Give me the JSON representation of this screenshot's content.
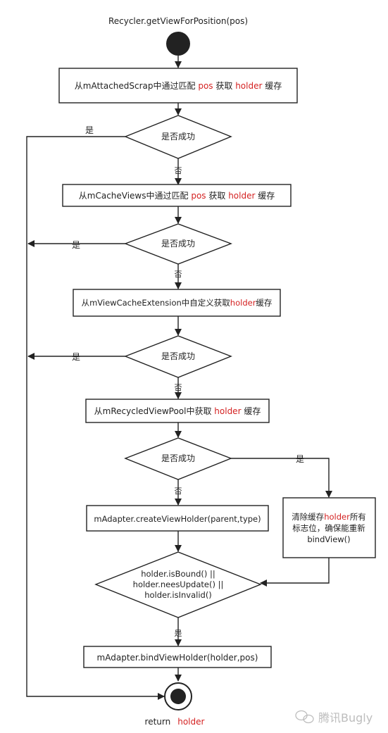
{
  "start_label": "Recycler.getViewForPosition(pos)",
  "steps": {
    "attached_scrap": [
      "从mAttachedScrap中通过匹配 ",
      "pos",
      " 获取 ",
      "holder",
      " 缓存"
    ],
    "cache_views": [
      "从mCacheViews中通过匹配 ",
      "pos",
      " 获取 ",
      "holder",
      " 缓存"
    ],
    "view_cache_extension": [
      "从mViewCacheExtension中自定义获取",
      "holder",
      "缓存"
    ],
    "recycled_view_pool": [
      "从mRecycledViewPool中获取 ",
      "holder",
      " 缓存"
    ],
    "create_view_holder": "mAdapter.createViewHolder(parent,type)",
    "clear_flags": [
      "清除缓存",
      "holder",
      "所有",
      "标志位，确保能重新",
      "bindView()"
    ],
    "bind_view_holder": "mAdapter.bindViewHolder(holder,pos)"
  },
  "decisions": {
    "success": "是否成功",
    "condition": [
      "holder.isBound() ||",
      "holder.neesUpdate() ||",
      "holder.isInvalid()"
    ]
  },
  "edge_labels": {
    "yes": "是",
    "no": "否"
  },
  "end_label": [
    "return",
    "holder"
  ],
  "watermark": "腾讯Bugly",
  "colors": {
    "line": "#222222",
    "highlight": "#d42121",
    "background": "#ffffff"
  }
}
